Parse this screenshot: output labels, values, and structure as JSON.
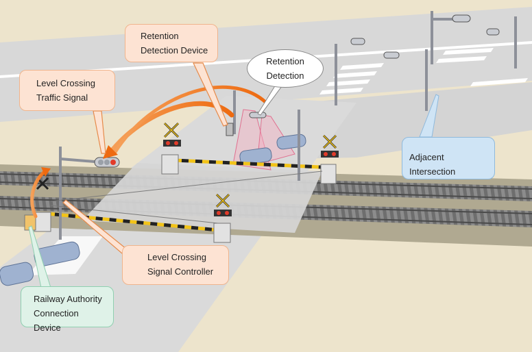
{
  "callouts": {
    "retention_device": "Retention\nDetection Device",
    "retention_detection": "Retention\nDetection",
    "level_crossing_signal": "Level Crossing\nTraffic Signal",
    "adjacent_intersection": "Adjacent Intersection",
    "signal_controller": "Level Crossing\nSignal Controller",
    "railway_device": "Railway Authority\nConnection Device"
  },
  "colors": {
    "ground": "#ede4cc",
    "road": "#d9d9d9",
    "track_bed": "#8a8a8a",
    "arrow": "#f07a1e",
    "orange_callout": "#fde3d3",
    "blue_callout": "#cfe4f5",
    "green_callout": "#dff2e8"
  }
}
